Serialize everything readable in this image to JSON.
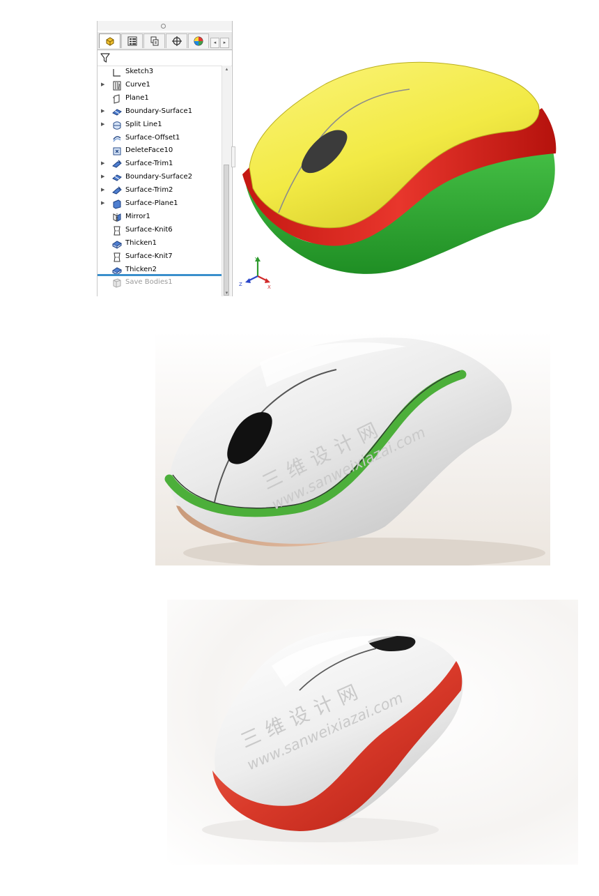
{
  "feature_tree": {
    "tabs": [
      {
        "icon": "feature-manager-icon",
        "active": true
      },
      {
        "icon": "property-manager-icon",
        "active": false
      },
      {
        "icon": "configuration-manager-icon",
        "active": false
      },
      {
        "icon": "dimxpert-icon",
        "active": false
      },
      {
        "icon": "display-manager-icon",
        "active": false
      }
    ],
    "items": [
      {
        "label": "Sketch3",
        "icon": "sketch-icon",
        "expandable": false,
        "suppressed": false
      },
      {
        "label": "Curve1",
        "icon": "curve-icon",
        "expandable": true,
        "suppressed": false
      },
      {
        "label": "Plane1",
        "icon": "plane-icon",
        "expandable": false,
        "suppressed": false
      },
      {
        "label": "Boundary-Surface1",
        "icon": "boundary-surface-icon",
        "expandable": true,
        "suppressed": false
      },
      {
        "label": "Split Line1",
        "icon": "split-line-icon",
        "expandable": true,
        "suppressed": false
      },
      {
        "label": "Surface-Offset1",
        "icon": "surface-offset-icon",
        "expandable": false,
        "suppressed": false
      },
      {
        "label": "DeleteFace10",
        "icon": "delete-face-icon",
        "expandable": false,
        "suppressed": false
      },
      {
        "label": "Surface-Trim1",
        "icon": "surface-trim-icon",
        "expandable": true,
        "suppressed": false
      },
      {
        "label": "Boundary-Surface2",
        "icon": "boundary-surface-icon",
        "expandable": true,
        "suppressed": false
      },
      {
        "label": "Surface-Trim2",
        "icon": "surface-trim-icon",
        "expandable": true,
        "suppressed": false
      },
      {
        "label": "Surface-Plane1",
        "icon": "surface-plane-icon",
        "expandable": true,
        "suppressed": false
      },
      {
        "label": "Mirror1",
        "icon": "mirror-icon",
        "expandable": false,
        "suppressed": false
      },
      {
        "label": "Surface-Knit6",
        "icon": "surface-knit-icon",
        "expandable": false,
        "suppressed": false
      },
      {
        "label": "Thicken1",
        "icon": "thicken-icon",
        "expandable": false,
        "suppressed": false
      },
      {
        "label": "Surface-Knit7",
        "icon": "surface-knit-icon",
        "expandable": false,
        "suppressed": false
      },
      {
        "label": "Thicken2",
        "icon": "thicken-icon",
        "expandable": false,
        "suppressed": false
      },
      {
        "label": "Save Bodies1",
        "icon": "save-bodies-icon",
        "expandable": false,
        "suppressed": true
      }
    ]
  },
  "triad": {
    "x": "X",
    "y": "Y",
    "z": "Z"
  },
  "watermark": {
    "cn": "三维设计网",
    "url": "www.sanweixiazai.com"
  },
  "colors": {
    "cad_top": "#f2ea45",
    "cad_band": "#d9221b",
    "cad_bottom": "#37b03a",
    "render2_band": "#4caf3a",
    "render3_band": "#d93a2a",
    "rollback": "#3a8fcc"
  }
}
